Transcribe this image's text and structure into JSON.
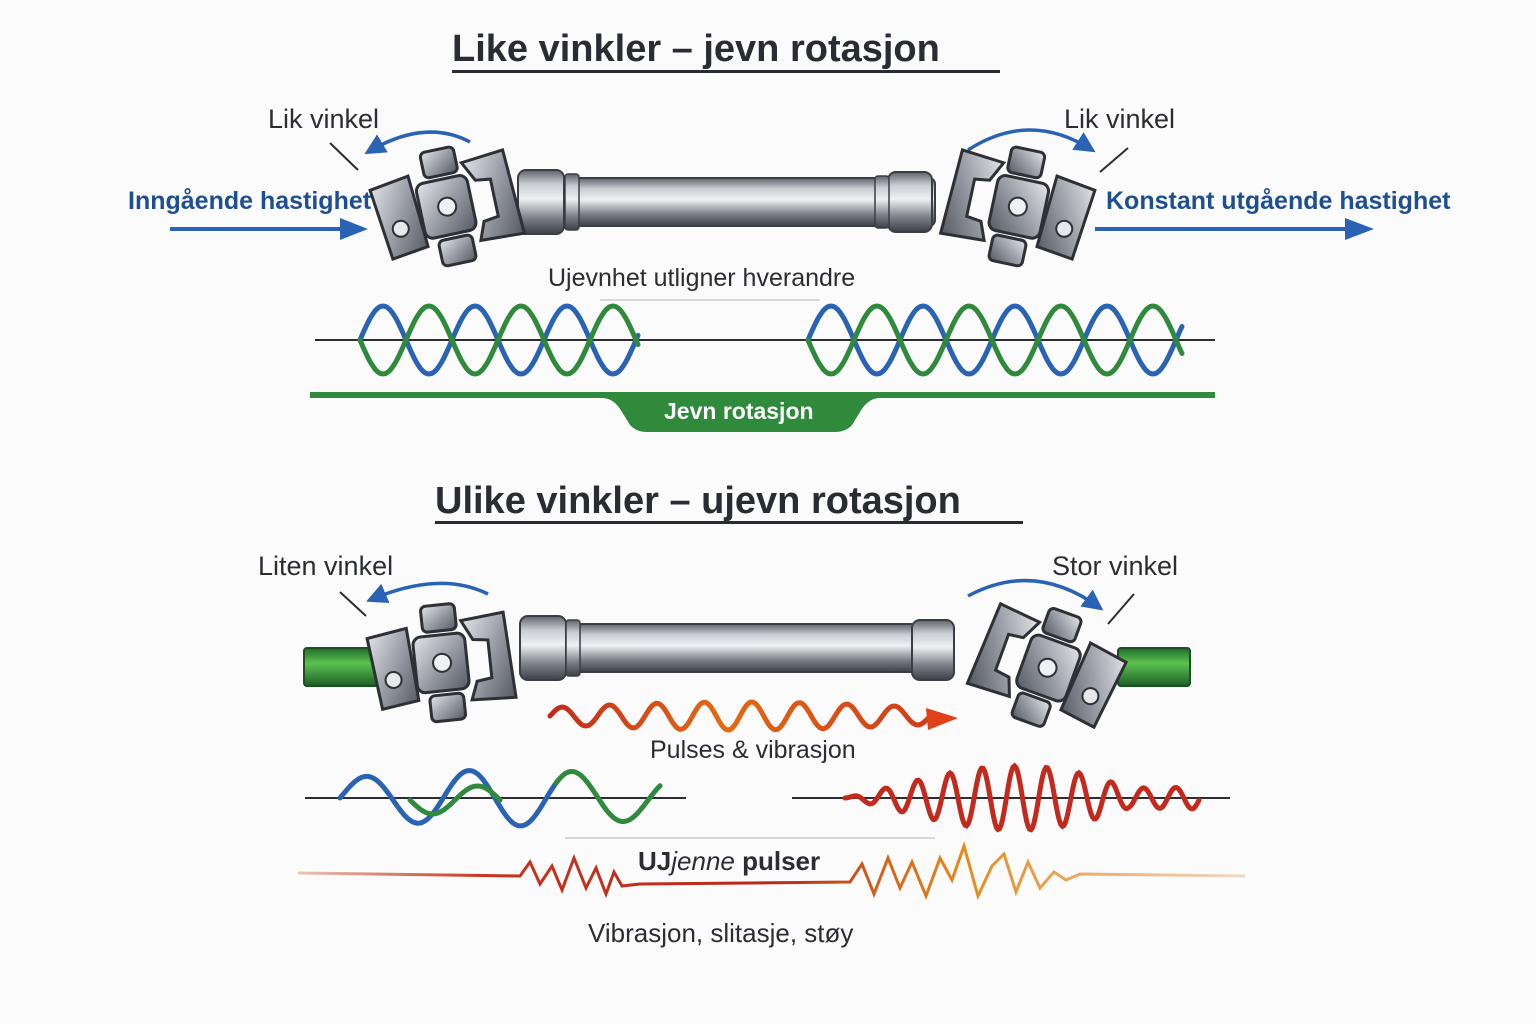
{
  "top": {
    "title": "Like vinkler – jevn rotasjon",
    "left_angle": "Lik vinkel",
    "right_angle": "Lik vinkel",
    "input_label": "Inngående hastighet",
    "output_label": "Konstant utgående hastighet",
    "wave_caption": "Ujevnhet utligner hverandre",
    "result_label": "Jevn rotasjon"
  },
  "bottom": {
    "title": "Ulike vinkler – ujevn rotasjon",
    "left_angle": "Liten vinkel",
    "right_angle": "Stor vinkel",
    "pulse_label": "Pulses & vibrasjon",
    "uneven_prefix": "UJ",
    "uneven_italic": "jenne",
    "uneven_suffix": " pulser",
    "effects_label": "Vibrasjon, slitasje, støy"
  },
  "colors": {
    "blue": "#2a62b4",
    "green": "#2f8a3c",
    "red": "#c32a1e",
    "orange": "#e06a12",
    "text_dark": "#2b2d33",
    "speed_text": "#1f4f93"
  },
  "icons": [
    "universal-joint-icon",
    "drive-shaft-icon",
    "rotation-arrow-icon",
    "speed-arrow-icon",
    "wave-icon"
  ]
}
